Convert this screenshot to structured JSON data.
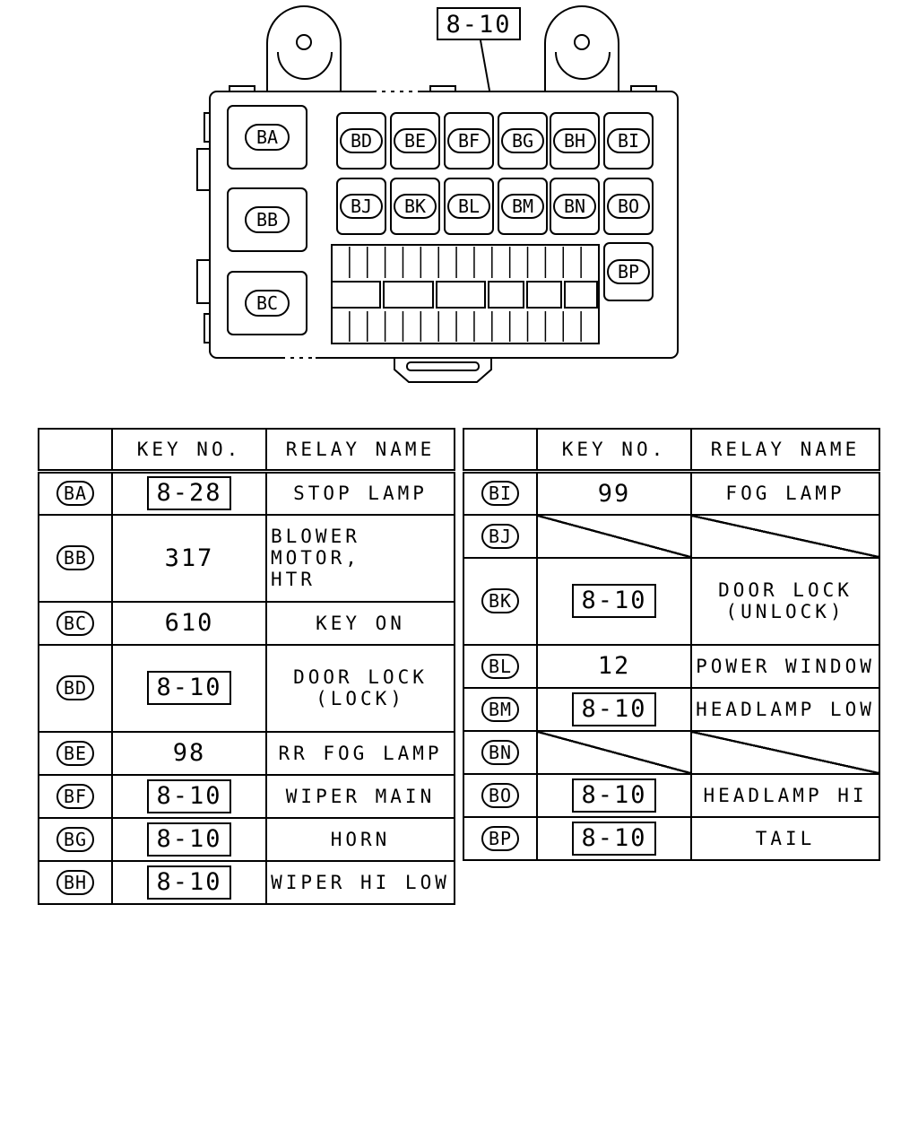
{
  "diagram": {
    "top_key": "8-10",
    "slots": [
      "BA",
      "BB",
      "BC",
      "BD",
      "BE",
      "BF",
      "BG",
      "BH",
      "BI",
      "BJ",
      "BK",
      "BL",
      "BM",
      "BN",
      "BO",
      "BP"
    ]
  },
  "table": {
    "headers": {
      "key": "KEY NO.",
      "name": "RELAY NAME"
    },
    "left": [
      {
        "id": "BA",
        "key": "8-28",
        "boxed": true,
        "name": "STOP LAMP"
      },
      {
        "id": "BB",
        "key": "317",
        "boxed": false,
        "name": "BLOWER MOTOR,\nHTR"
      },
      {
        "id": "BC",
        "key": "610",
        "boxed": false,
        "name": "KEY ON"
      },
      {
        "id": "BD",
        "key": "8-10",
        "boxed": true,
        "name": "DOOR LOCK\n(LOCK)"
      },
      {
        "id": "BE",
        "key": "98",
        "boxed": false,
        "name": "RR FOG LAMP"
      },
      {
        "id": "BF",
        "key": "8-10",
        "boxed": true,
        "name": "WIPER MAIN"
      },
      {
        "id": "BG",
        "key": "8-10",
        "boxed": true,
        "name": "HORN"
      },
      {
        "id": "BH",
        "key": "8-10",
        "boxed": true,
        "name": "WIPER HI LOW"
      }
    ],
    "right": [
      {
        "id": "BI",
        "key": "99",
        "boxed": false,
        "name": "FOG LAMP"
      },
      {
        "id": "BJ",
        "key": "",
        "boxed": false,
        "name": ""
      },
      {
        "id": "BK",
        "key": "8-10",
        "boxed": true,
        "name": "DOOR LOCK\n(UNLOCK)"
      },
      {
        "id": "BL",
        "key": "12",
        "boxed": false,
        "name": "POWER WINDOW"
      },
      {
        "id": "BM",
        "key": "8-10",
        "boxed": true,
        "name": "HEADLAMP LOW"
      },
      {
        "id": "BN",
        "key": "",
        "boxed": false,
        "name": ""
      },
      {
        "id": "BO",
        "key": "8-10",
        "boxed": true,
        "name": "HEADLAMP HI"
      },
      {
        "id": "BP",
        "key": "8-10",
        "boxed": true,
        "name": "TAIL"
      }
    ]
  }
}
